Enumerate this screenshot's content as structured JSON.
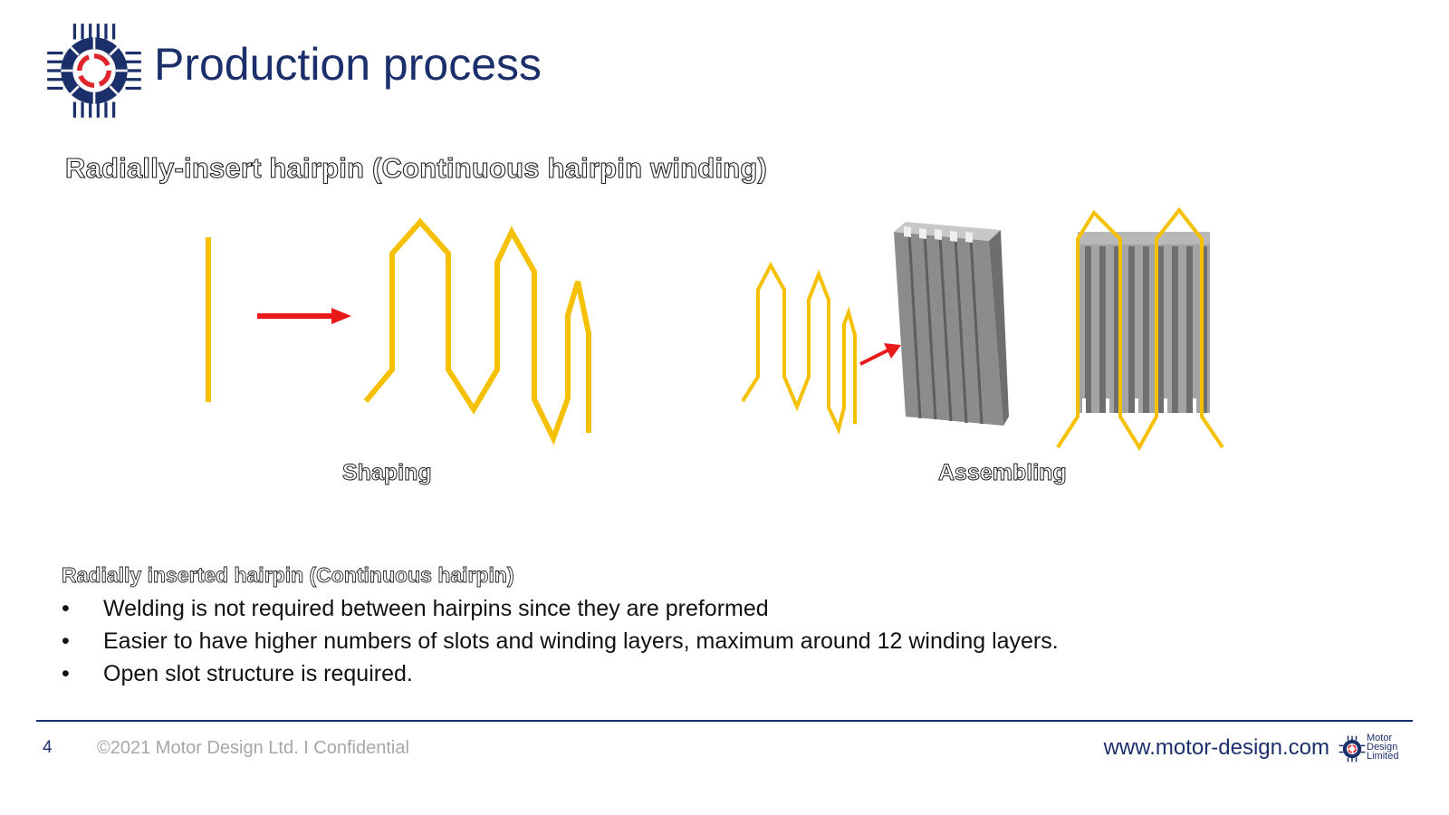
{
  "slide": {
    "title": "Production process",
    "subtitle": "Radially-insert hairpin (Continuous hairpin winding)",
    "captions": {
      "shaping": "Shaping",
      "assembling": "Assembling"
    },
    "notes": {
      "heading": "Radially inserted hairpin (Continuous hairpin)",
      "bullet_glyph": "•",
      "bullets": [
        "Welding is not required between hairpins since they are preformed",
        "Easier to have higher numbers of slots and winding layers, maximum around 12 winding layers.",
        "Open slot structure is required."
      ]
    }
  },
  "footer": {
    "page_number": "4",
    "copyright": "©2021 Motor Design Ltd. I Confidential",
    "website": "www.motor-design.com",
    "brand_lines": [
      "Motor",
      "Design",
      "Limited"
    ]
  },
  "colors": {
    "brand_navy": "#1b2f6b",
    "logo_red": "#e0262b",
    "hairpin_gold": "#f5c000",
    "arrow_red": "#e81a1a",
    "core_gray": "#9a9a9a"
  },
  "icons": [
    "motor-logo-icon",
    "red-arrow-icon",
    "hairpin-wire-icon",
    "stator-block-icon"
  ]
}
